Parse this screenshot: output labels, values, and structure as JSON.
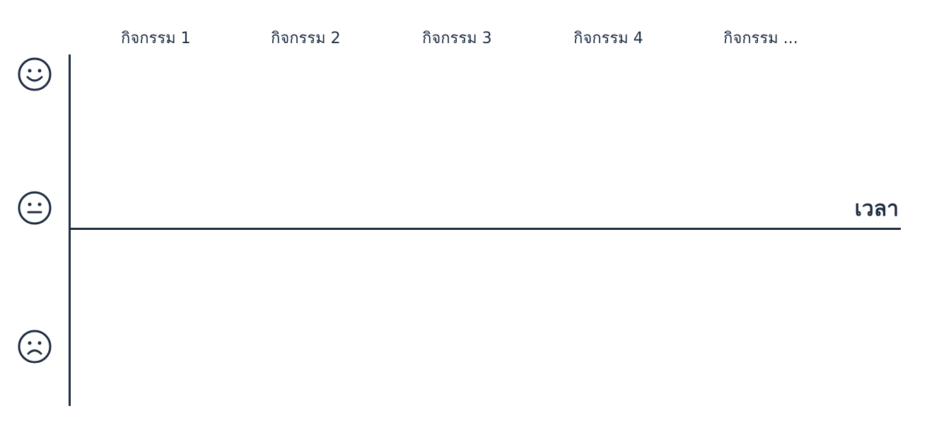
{
  "activities": [
    {
      "label": "กิจกรรม 1"
    },
    {
      "label": "กิจกรรม 2"
    },
    {
      "label": "กิจกรรม 3"
    },
    {
      "label": "กิจกรรม 4"
    },
    {
      "label": "กิจกรรม ..."
    }
  ],
  "x_axis": {
    "label": "เวลา"
  },
  "y_axis": {
    "icons": [
      "smiling-face-icon",
      "neutral-face-icon",
      "frowning-face-icon"
    ]
  },
  "colors": {
    "line": "#1e2d42",
    "background": "#ffffff"
  }
}
